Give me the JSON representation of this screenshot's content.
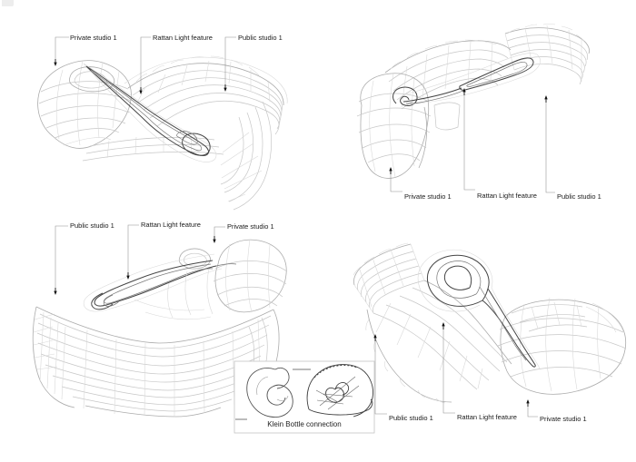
{
  "diagram": {
    "description": "Four wireframe axonometric study views of an organic studio structure with a looping rattan light ribbon",
    "views": [
      {
        "name": "top-left",
        "labels": {
          "left": "Private studio 1",
          "center": "Rattan Light feature",
          "right": "Public studio 1"
        }
      },
      {
        "name": "top-right",
        "labels": {
          "left": "Private studio 1",
          "center": "Rattan Light feature",
          "right": "Public studio 1"
        }
      },
      {
        "name": "bottom-left",
        "labels": {
          "left": "Public studio 1",
          "center": "Rattan Light feature",
          "right": "Private studio 1"
        }
      },
      {
        "name": "bottom-right",
        "labels": {
          "left": "Public studio 1",
          "center": "Rattan Light feature",
          "right": "Private studio 1"
        }
      }
    ],
    "inset": {
      "caption": "Klein Bottle connection"
    }
  },
  "colors": {
    "background": "#ffffff",
    "wireframe_light": "#c7c7c7",
    "wireframe_medium": "#acacac",
    "ribbon_dark": "#454545",
    "leader_line": "#8f8f8f",
    "arrow": "#111111",
    "label_text": "#1a1a1a",
    "inset_border": "#c4c4c4"
  }
}
